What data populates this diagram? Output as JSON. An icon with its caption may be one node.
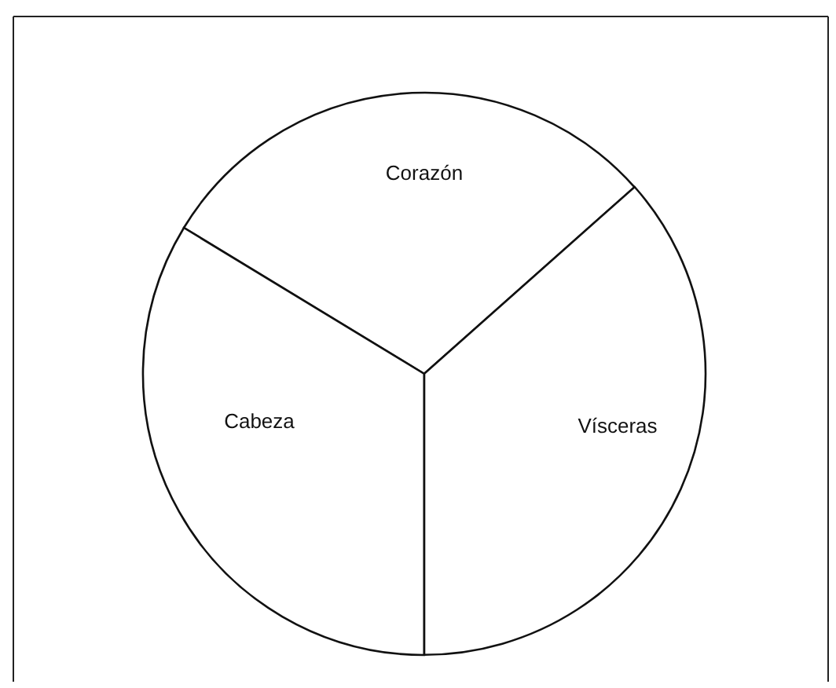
{
  "diagram": {
    "nodes": [
      {
        "text": [
          "Corazón"
        ]
      },
      {
        "text": [
          "Cabeza"
        ]
      },
      {
        "text": [
          "Vísceras"
        ]
      }
    ]
  }
}
